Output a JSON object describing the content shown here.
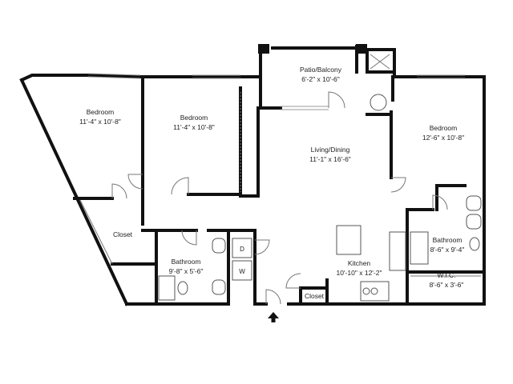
{
  "rooms": {
    "bedroom1": {
      "name": "Bedroom",
      "size": "11'-4\" x 10'-8\""
    },
    "bedroom2": {
      "name": "Bedroom",
      "size": "11'-4\" x 10'-8\""
    },
    "bedroom3": {
      "name": "Bedroom",
      "size": "12'-6\" x 10'-8\""
    },
    "patio": {
      "name": "Patio/Balcony",
      "size": "6'-2\" x 10'-6\""
    },
    "living": {
      "name": "Living/Dining",
      "size": "11'-1\" x 16'-6\""
    },
    "kitchen": {
      "name": "Kitchen",
      "size": "10'-10\" x 12'-2\""
    },
    "bathroom1": {
      "name": "Bathroom",
      "size": "9'-8\" x 5'-6\""
    },
    "bathroom2": {
      "name": "Bathroom",
      "size": "8'-6\" x 9'-4\""
    },
    "wic": {
      "name": "W.I.C.",
      "size": "8'-6\" x 3'-6\""
    },
    "closet1": {
      "name": "Closet"
    },
    "closet2": {
      "name": "Closet"
    }
  },
  "appliances": {
    "dryer": "D",
    "washer": "W"
  },
  "entry": {
    "icon": "entry-arrow-icon"
  }
}
